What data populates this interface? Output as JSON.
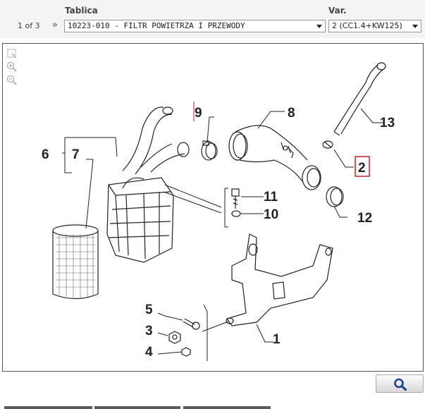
{
  "header": {
    "group_label": "Tablica",
    "variant_label": "Var.",
    "pager": "1 of 3",
    "pager_next_glyph": "»",
    "group_value": "10223-010 - FILTR POWIETRZA I PRZEWODY",
    "variant_value": "2 (CC1.4+KW125)"
  },
  "toolbar": {
    "tools": [
      "select-area-icon",
      "zoom-in-icon",
      "zoom-out-icon"
    ]
  },
  "diagram": {
    "callouts": [
      "1",
      "2",
      "3",
      "4",
      "5",
      "6",
      "7",
      "8",
      "9",
      "10",
      "11",
      "12",
      "13"
    ],
    "highlighted_callout": "2",
    "highlight_color": "#cc2222"
  },
  "footer": {
    "zoom_icon": "magnifier-icon"
  }
}
